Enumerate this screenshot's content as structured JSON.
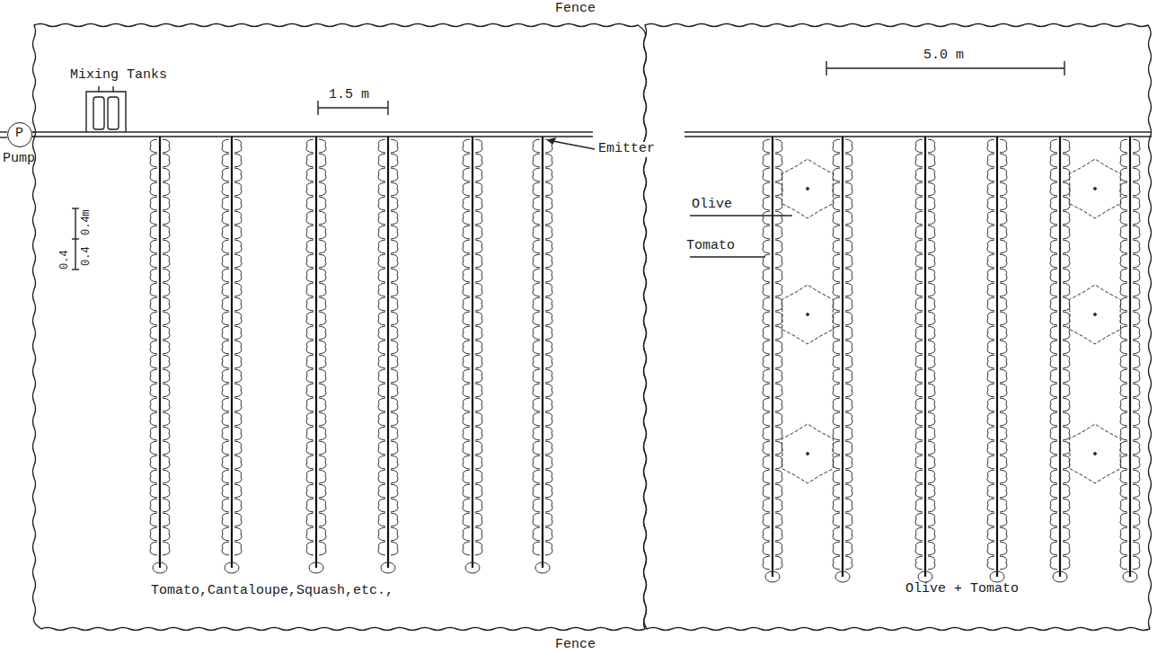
{
  "diagram": {
    "nodes": [
      {
        "text": [
          "P",
          "Pump"
        ]
      },
      {
        "text": [
          "Tomato,Cantaloupe,Squash,etc.,"
        ]
      },
      {
        "text": [
          "Olive + Tomato"
        ]
      }
    ],
    "edges": [
      {
        "from": 0,
        "to": 1,
        "arrow": "none"
      }
    ],
    "labels": [
      "Fence",
      "Fence",
      "Mixing Tanks",
      "1.5 m",
      "Emitter",
      "0.4",
      "0.4m",
      "0.4",
      "5.0 m",
      "Olive",
      "Tomato"
    ]
  }
}
